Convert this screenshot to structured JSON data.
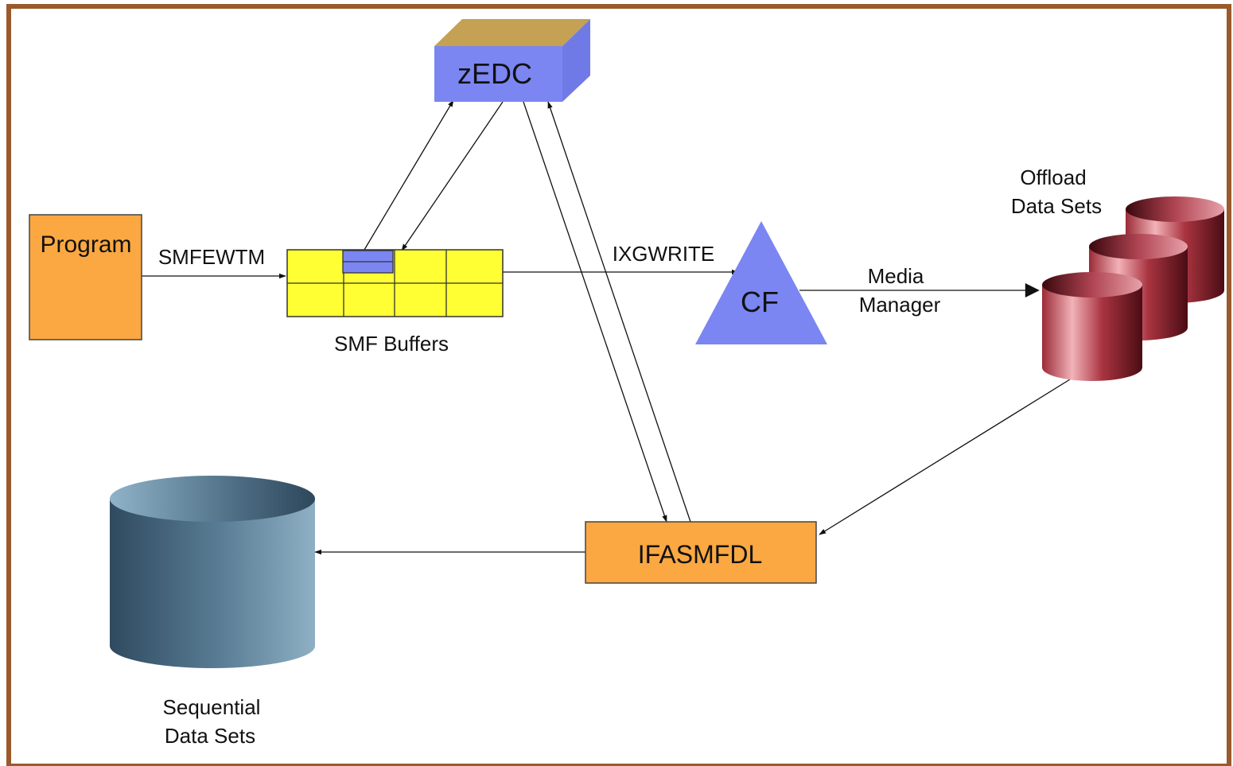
{
  "nodes": {
    "program": {
      "label": "Program"
    },
    "zedc": {
      "label": "zEDC"
    },
    "smf_buffers": {
      "label": "SMF Buffers"
    },
    "cf": {
      "label": "CF"
    },
    "offload": {
      "label_line1": "Offload",
      "label_line2": "Data Sets"
    },
    "ifasmfdl": {
      "label": "IFASMFDL"
    },
    "sequential": {
      "label_line1": "Sequential",
      "label_line2": "Data Sets"
    }
  },
  "edges": {
    "smfewtm": "SMFEWTM",
    "ixgwrite": "IXGWRITE",
    "media_line1": "Media",
    "media_line2": "Manager"
  },
  "colors": {
    "frame": "#9a5a2c",
    "orange_box": "#fba843",
    "buffer_yellow": "#ffff33",
    "zedc_blue": "#7b86f2",
    "zedc_top": "#c4a153",
    "cf_blue": "#7b86f2",
    "offload_red": "#b63e4e",
    "sequential_blue": "#5b7e96"
  }
}
